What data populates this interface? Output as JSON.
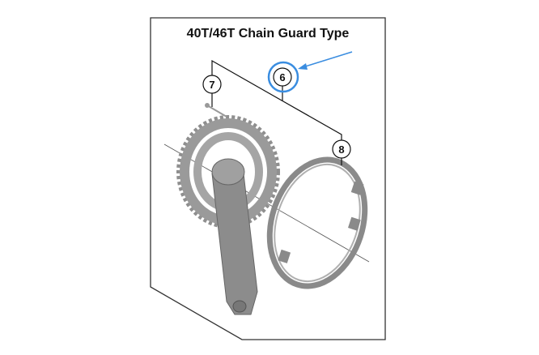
{
  "title": "40T/46T Chain Guard Type",
  "callouts": [
    {
      "label": "6",
      "part": "chain-guard-assembly",
      "highlighted": true
    },
    {
      "label": "7",
      "part": "bolt"
    },
    {
      "label": "8",
      "part": "chain-guard"
    }
  ],
  "colors": {
    "highlight": "#3a8de0",
    "frame": "#222222",
    "part": "#8a8a8a"
  }
}
